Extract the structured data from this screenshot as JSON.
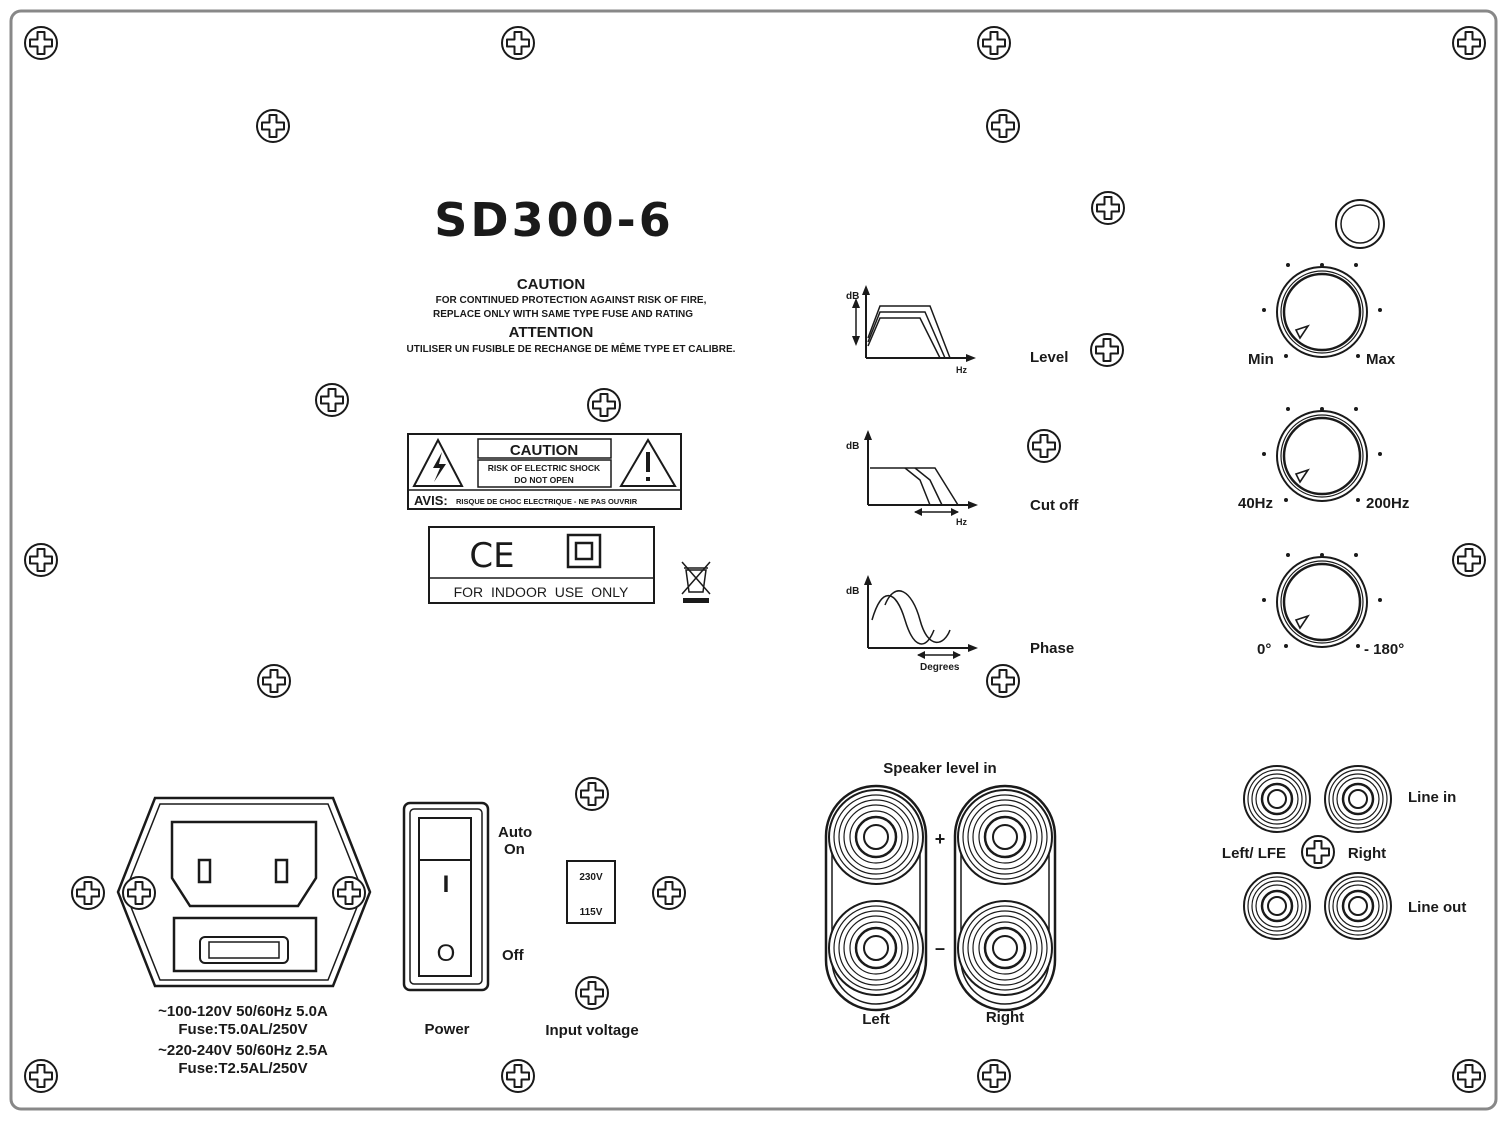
{
  "panel": {
    "model": "SD300-6",
    "caution_title": "CAUTION",
    "caution_line1": "FOR CONTINUED PROTECTION AGAINST RISK OF FIRE,",
    "caution_line2": "REPLACE ONLY WITH SAME TYPE FUSE AND RATING",
    "attention_title": "ATTENTION",
    "attention_line1": "UTILISER UN FUSIBLE DE RECHANGE DE MÊME TYPE ET CALIBRE."
  },
  "shock_label": {
    "title": "CAUTION",
    "line1": "RISK OF ELECTRIC SHOCK",
    "line2": "DO NOT OPEN",
    "avis": "AVIS:",
    "avis_text": "RISQUE DE CHOC ELECTRIQUE - NE PAS OUVRIR"
  },
  "cert_label": {
    "ce_mark": "CE",
    "indoor_text": "FOR  INDOOR  USE  ONLY"
  },
  "controls": {
    "level": {
      "label": "Level",
      "min": "Min",
      "max": "Max",
      "graph_y": "dB",
      "graph_x": "Hz"
    },
    "cutoff": {
      "label": "Cut off",
      "min": "40Hz",
      "max": "200Hz",
      "graph_y": "dB",
      "graph_x": "Hz"
    },
    "phase": {
      "label": "Phase",
      "min": "0°",
      "max": "- 180°",
      "graph_y": "dB",
      "graph_x": "Degrees"
    }
  },
  "power": {
    "rating1": "~100-120V 50/60Hz 5.0A",
    "fuse1": "Fuse:T5.0AL/250V",
    "rating2": "~220-240V 50/60Hz 2.5A",
    "fuse2": "Fuse:T2.5AL/250V",
    "switch_label": "Power",
    "on_symbol": "I",
    "off_symbol": "O",
    "auto_on_1": "Auto",
    "auto_on_2": "On",
    "off_label": "Off"
  },
  "voltage": {
    "label": "Input voltage",
    "opt1": "230V",
    "opt2": "115V"
  },
  "speaker_in": {
    "label": "Speaker level in",
    "plus": "+",
    "minus": "–",
    "left": "Left",
    "right": "Right"
  },
  "line_io": {
    "line_in": "Line in",
    "line_out": "Line out",
    "left": "Left/ LFE",
    "right": "Right"
  }
}
